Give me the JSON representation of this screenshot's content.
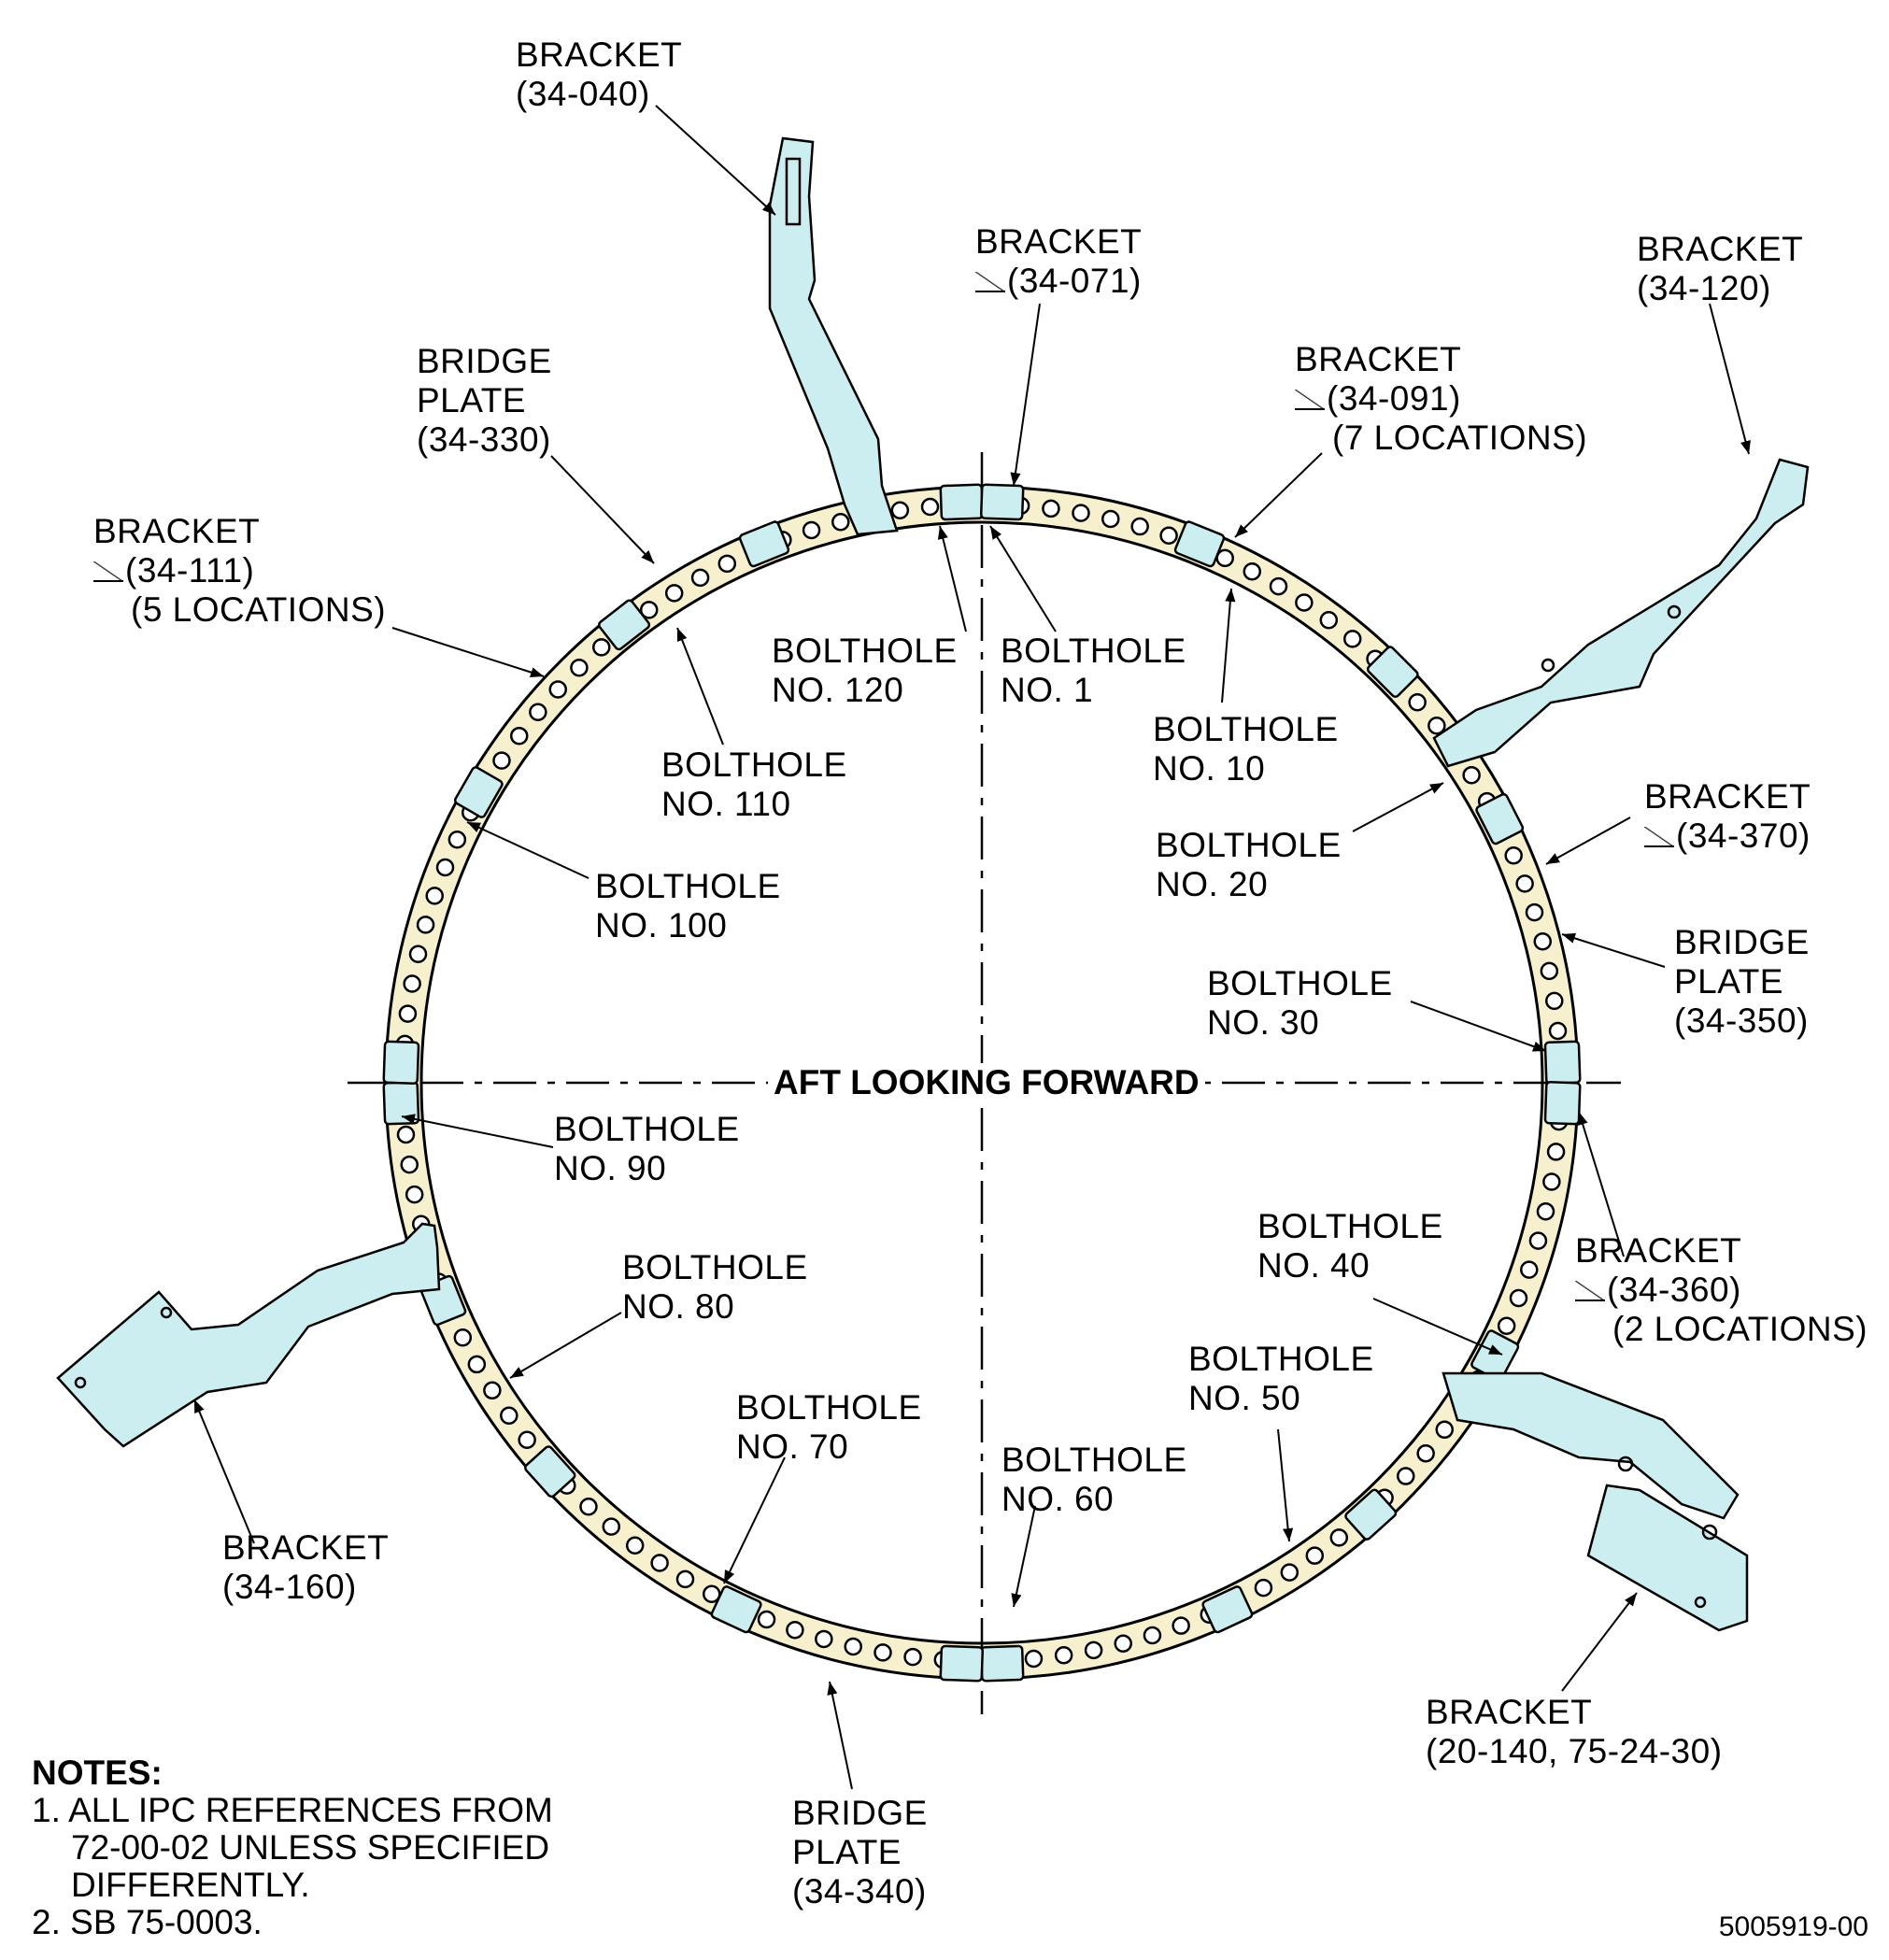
{
  "view_title": "AFT LOOKING FORWARD",
  "figure_number": "5005919-00",
  "notes": {
    "heading": "NOTES:",
    "item1_line1": "1. ALL IPC REFERENCES FROM",
    "item1_line2": "72-00-02 UNLESS SPECIFIED",
    "item1_line3": "DIFFERENTLY.",
    "item2": "2. SB 75-0003."
  },
  "callouts": {
    "bracket_040": {
      "l1": "BRACKET",
      "l2": "(34-040)"
    },
    "bracket_071": {
      "l1": "BRACKET",
      "l2": "(34-071)"
    },
    "bracket_120": {
      "l1": "BRACKET",
      "l2": "(34-120)"
    },
    "bracket_091": {
      "l1": "BRACKET",
      "l2": "(34-091)",
      "l3": "(7 LOCATIONS)"
    },
    "bridge_330": {
      "l1": "BRIDGE",
      "l2": "PLATE",
      "l3": "(34-330)"
    },
    "bracket_111": {
      "l1": "BRACKET",
      "l2": "(34-111)",
      "l3": "(5 LOCATIONS)"
    },
    "bolthole_120": {
      "l1": "BOLTHOLE",
      "l2": "NO. 120"
    },
    "bolthole_1": {
      "l1": "BOLTHOLE",
      "l2": "NO. 1"
    },
    "bolthole_10": {
      "l1": "BOLTHOLE",
      "l2": "NO. 10"
    },
    "bolthole_110": {
      "l1": "BOLTHOLE",
      "l2": "NO. 110"
    },
    "bolthole_20": {
      "l1": "BOLTHOLE",
      "l2": "NO. 20"
    },
    "bracket_370": {
      "l1": "BRACKET",
      "l2": "(34-370)"
    },
    "bolthole_100": {
      "l1": "BOLTHOLE",
      "l2": "NO. 100"
    },
    "bridge_350": {
      "l1": "BRIDGE",
      "l2": "PLATE",
      "l3": "(34-350)"
    },
    "bolthole_30": {
      "l1": "BOLTHOLE",
      "l2": "NO. 30"
    },
    "bolthole_90": {
      "l1": "BOLTHOLE",
      "l2": "NO. 90"
    },
    "bolthole_40": {
      "l1": "BOLTHOLE",
      "l2": "NO. 40"
    },
    "bracket_360": {
      "l1": "BRACKET",
      "l2": "(34-360)",
      "l3": "(2 LOCATIONS)"
    },
    "bolthole_80": {
      "l1": "BOLTHOLE",
      "l2": "NO. 80"
    },
    "bolthole_50": {
      "l1": "BOLTHOLE",
      "l2": "NO. 50"
    },
    "bolthole_70": {
      "l1": "BOLTHOLE",
      "l2": "NO. 70"
    },
    "bolthole_60": {
      "l1": "BOLTHOLE",
      "l2": "NO. 60"
    },
    "bracket_160": {
      "l1": "BRACKET",
      "l2": "(34-160)"
    },
    "bracket_20140": {
      "l1": "BRACKET",
      "l2": "(20-140, 75-24-30)"
    },
    "bridge_340": {
      "l1": "BRIDGE",
      "l2": "PLATE",
      "l3": "(34-340)"
    }
  },
  "colors": {
    "ring_fill": "#f7f0cf",
    "bracket_fill": "#cdeef0",
    "line": "#000000"
  },
  "ring": {
    "bolthole_count": 120
  }
}
